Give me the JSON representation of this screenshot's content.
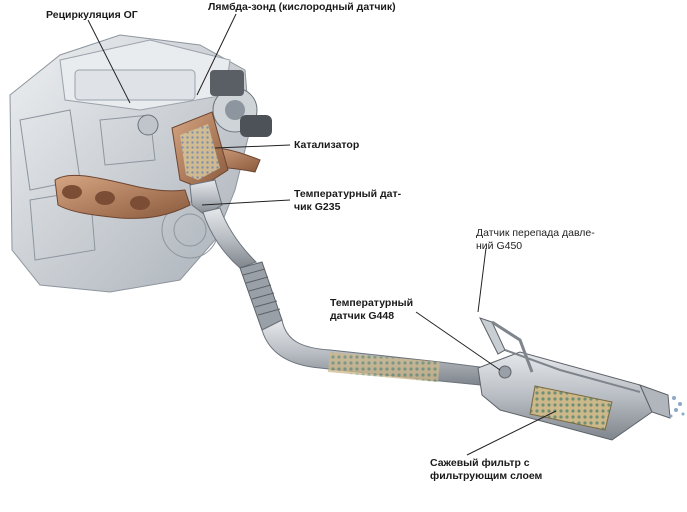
{
  "labels": {
    "egr": "Рециркуляция ОГ",
    "lambda": "Лямбда-зонд (кислородный датчик)",
    "catalyst": "Катализатор",
    "temp_g235_l1": "Температурный дат-",
    "temp_g235_l2": "чик G235",
    "pressure_l1": "Датчик перепада давле-",
    "pressure_l2": "ний G450",
    "temp_g448_l1": "Температурный",
    "temp_g448_l2": "датчик G448",
    "dpf_l1": "Сажевый фильтр с",
    "dpf_l2": "фильтрующим слоем"
  },
  "colors": {
    "engine": "#d7dbe0",
    "engine_shade": "#9aa2ab",
    "pipe": "#c3c7cc",
    "pipe_shade": "#8e9399",
    "catalyst_copper": "#b98563",
    "manifold": "#a66d4c",
    "filter_mesh": "#b9a36a",
    "leader": "#222222"
  }
}
